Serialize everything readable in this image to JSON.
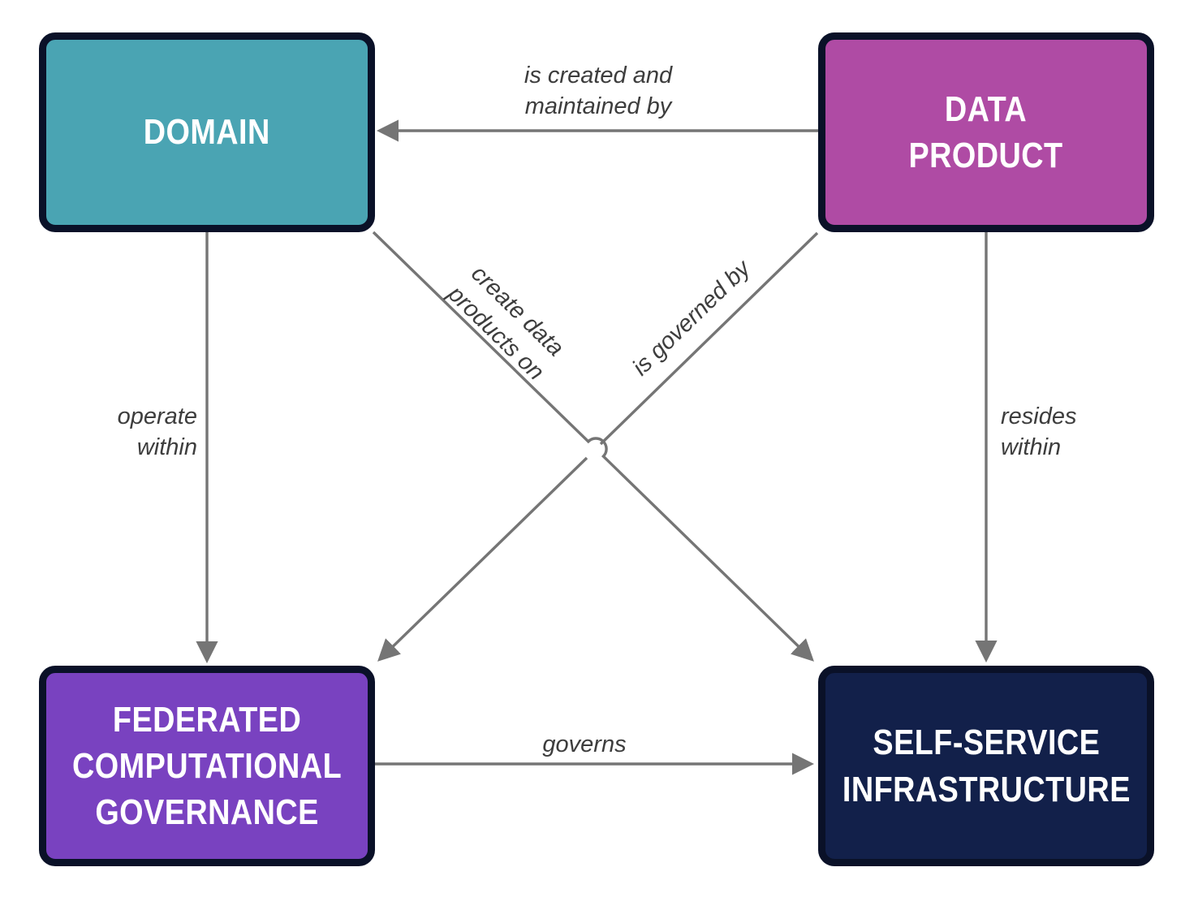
{
  "nodes": {
    "domain": {
      "label": "DOMAIN",
      "lines": [
        "DOMAIN"
      ],
      "fill": "#4AA4B3"
    },
    "data_product": {
      "label": "DATA PRODUCT",
      "lines": [
        "DATA",
        "PRODUCT"
      ],
      "fill": "#AF4BA4"
    },
    "federated_computational_governance": {
      "label": "FEDERATED COMPUTATIONAL GOVERNANCE",
      "lines": [
        "FEDERATED",
        "COMPUTATIONAL",
        "GOVERNANCE"
      ],
      "fill": "#7942C0"
    },
    "self_service_infrastructure": {
      "label": "SELF-SERVICE INFRASTRUCTURE",
      "lines": [
        "SELF-SERVICE",
        "INFRASTRUCTURE"
      ],
      "fill": "#12204A"
    }
  },
  "edges": {
    "is_created_and_maintained_by": {
      "label": "is created and maintained by",
      "lines": [
        "is created and",
        "maintained by"
      ],
      "from": "data_product",
      "to": "domain"
    },
    "operate_within": {
      "label": "operate within",
      "lines": [
        "operate",
        "within"
      ],
      "from": "domain",
      "to": "federated_computational_governance"
    },
    "resides_within": {
      "label": "resides within",
      "lines": [
        "resides",
        "within"
      ],
      "from": "data_product",
      "to": "self_service_infrastructure"
    },
    "create_data_products_on": {
      "label": "create data products on",
      "lines": [
        "create data",
        "products on"
      ],
      "from": "domain",
      "to": "self_service_infrastructure"
    },
    "is_governed_by": {
      "label": "is governed by",
      "lines": [
        "is governed by"
      ],
      "from": "data_product",
      "to": "federated_computational_governance"
    },
    "governs": {
      "label": "governs",
      "lines": [
        "governs"
      ],
      "from": "federated_computational_governance",
      "to": "self_service_infrastructure"
    }
  },
  "colors": {
    "background": "#FFFFFF",
    "node_border": "#0A1128",
    "node_text": "#FFFFFF",
    "arrow": "#757575",
    "edge_label_text": "#3D3D3D",
    "domain_fill": "#4AA4B3",
    "data_product_fill": "#AF4BA4",
    "federated_computational_governance_fill": "#7942C0",
    "self_service_infrastructure_fill": "#12204A"
  }
}
